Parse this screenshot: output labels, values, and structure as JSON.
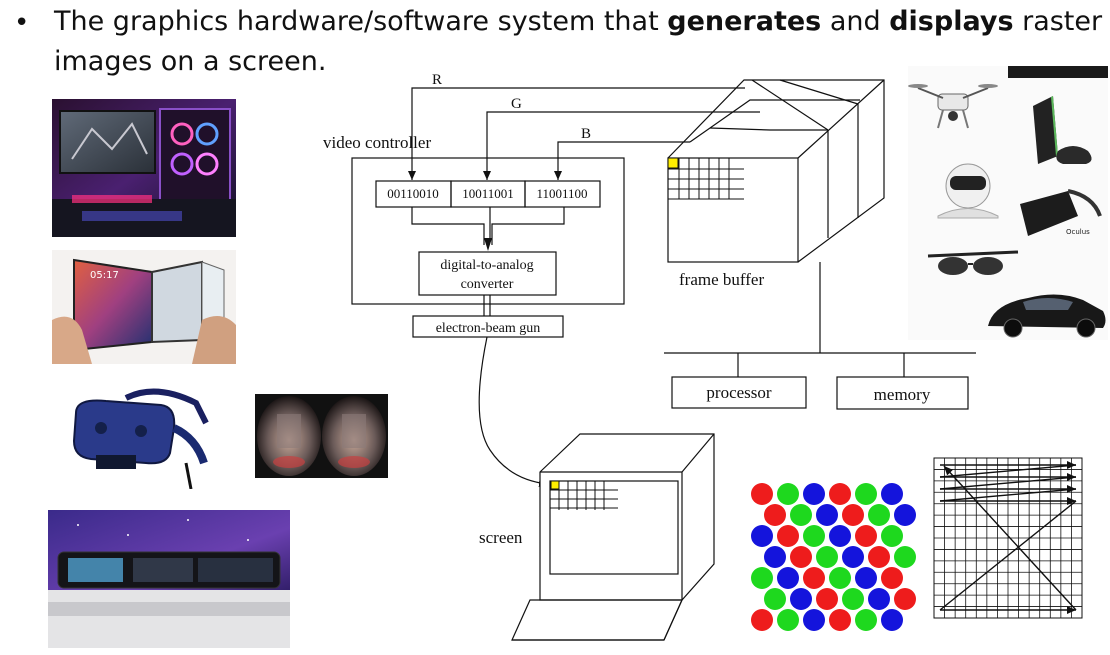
{
  "bullet": {
    "text_before": "The graphics hardware/software system that ",
    "bold1": "generates",
    "text_mid": " and ",
    "bold2": "displays",
    "text_after": " raster images on a screen."
  },
  "diagram": {
    "signal_r": "R",
    "signal_g": "G",
    "signal_b": "B",
    "video_controller": "video controller",
    "reg_r": "00110010",
    "reg_g": "10011001",
    "reg_b": "11001100",
    "dac_line1": "digital-to-analog",
    "dac_line2": "converter",
    "electron_gun": "electron-beam gun",
    "frame_buffer": "frame buffer",
    "processor": "processor",
    "memory": "memory",
    "screen": "screen"
  },
  "colors": {
    "pixel_highlight": "#ffee00",
    "dot_red": "#ee1c1c",
    "dot_green": "#1ed81e",
    "dot_blue": "#1414dc"
  }
}
